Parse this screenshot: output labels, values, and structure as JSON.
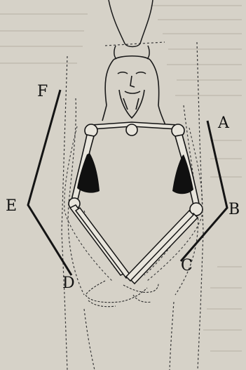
{
  "diagram": {
    "labels": {
      "a": "A",
      "b": "B",
      "c": "C",
      "d": "D",
      "e": "E",
      "f": "F"
    },
    "colors": {
      "paper": "#d6d2c8",
      "ink": "#141414",
      "dash": "#3a3a3a",
      "shadow": "#101010"
    }
  }
}
